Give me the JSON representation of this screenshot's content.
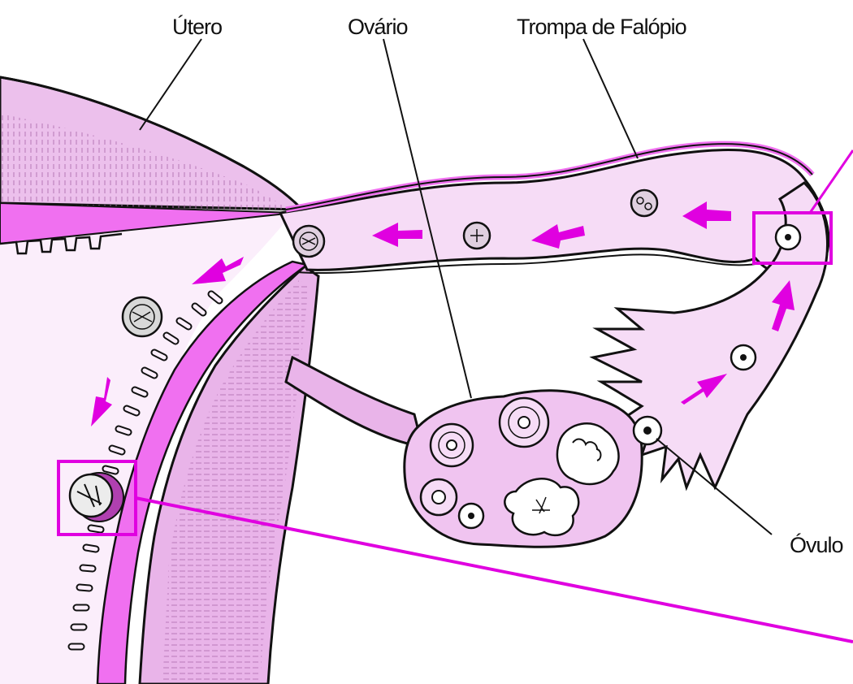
{
  "labels": {
    "uterus": "Útero",
    "ovary": "Ovário",
    "tube": "Trompa de Falópio",
    "ovum": "Óvulo"
  },
  "colors": {
    "magenta": "#e000e0",
    "bright_pink": "#f070f0",
    "mid_pink": "#e6a8e6",
    "light_pink": "#f6dcf6",
    "pale_pink": "#fbeefb",
    "outline": "#111111"
  },
  "icons": [
    "arrow-icon",
    "egg-cell-icon",
    "follicle-icon",
    "highlight-box-icon"
  ]
}
